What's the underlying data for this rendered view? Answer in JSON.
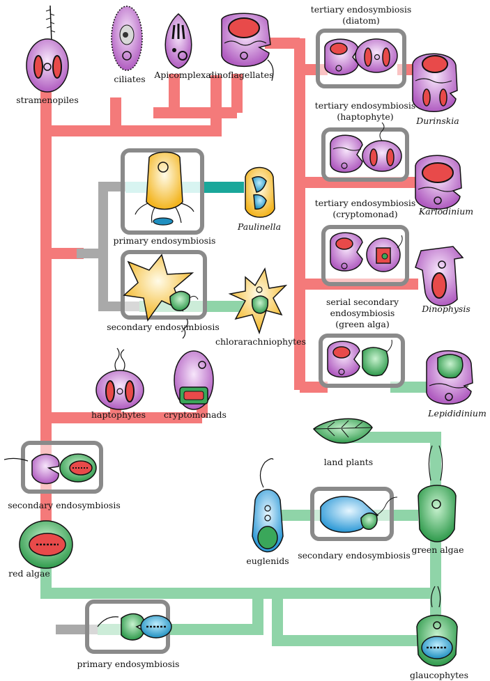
{
  "labels": {
    "stramenopiles": "stramenopiles",
    "ciliates": "ciliates",
    "apicomplexa": "Apicomplexa",
    "dinoflagellates": "dinoflagellates",
    "tertiary_diatom_1": "tertiary endosymbiosis",
    "tertiary_diatom_2": "(diatom)",
    "durinskia": "Durinskia",
    "tertiary_hapto_1": "tertiary endosymbiosis",
    "tertiary_hapto_2": "(haptophyte)",
    "karlodinium": "Karlodinium",
    "tertiary_crypto_1": "tertiary endosymbiosis",
    "tertiary_crypto_2": "(cryptomonad)",
    "dinophysis": "Dinophysis",
    "serial_1": "serial secondary",
    "serial_2": "endosymbiosis",
    "serial_3": "(green alga)",
    "lepididinium": "Lepididinium",
    "paulinella": "Paulinella",
    "primary_endo_upper": "primary endosymbiosis",
    "secondary_endo_chlor": "secondary endosymbiosis",
    "chlorarachniophytes": "chlorarachniophytes",
    "haptophytes": "haptophytes",
    "cryptomonads": "cryptomonads",
    "secondary_endo_red": "secondary endosymbiosis",
    "red_algae": "red algae",
    "land_plants": "land plants",
    "euglenids": "euglenids",
    "secondary_endo_eugl": "secondary endosymbiosis",
    "green_algae": "green algae",
    "primary_endo_lower": "primary endosymbiosis",
    "glaucophytes": "glaucophytes"
  },
  "colors": {
    "red_lineage": "#f47a7a",
    "green_lineage": "#8fd4a8",
    "grey_lineage": "#a9a9a9",
    "teal_lineage": "#1aa79a",
    "box_stroke": "#8a8a8a",
    "purple_cell": "#b866c4",
    "yellow_cell": "#f6c23b",
    "green_cell": "#3aa75a",
    "blue_cell": "#41a8e0"
  }
}
